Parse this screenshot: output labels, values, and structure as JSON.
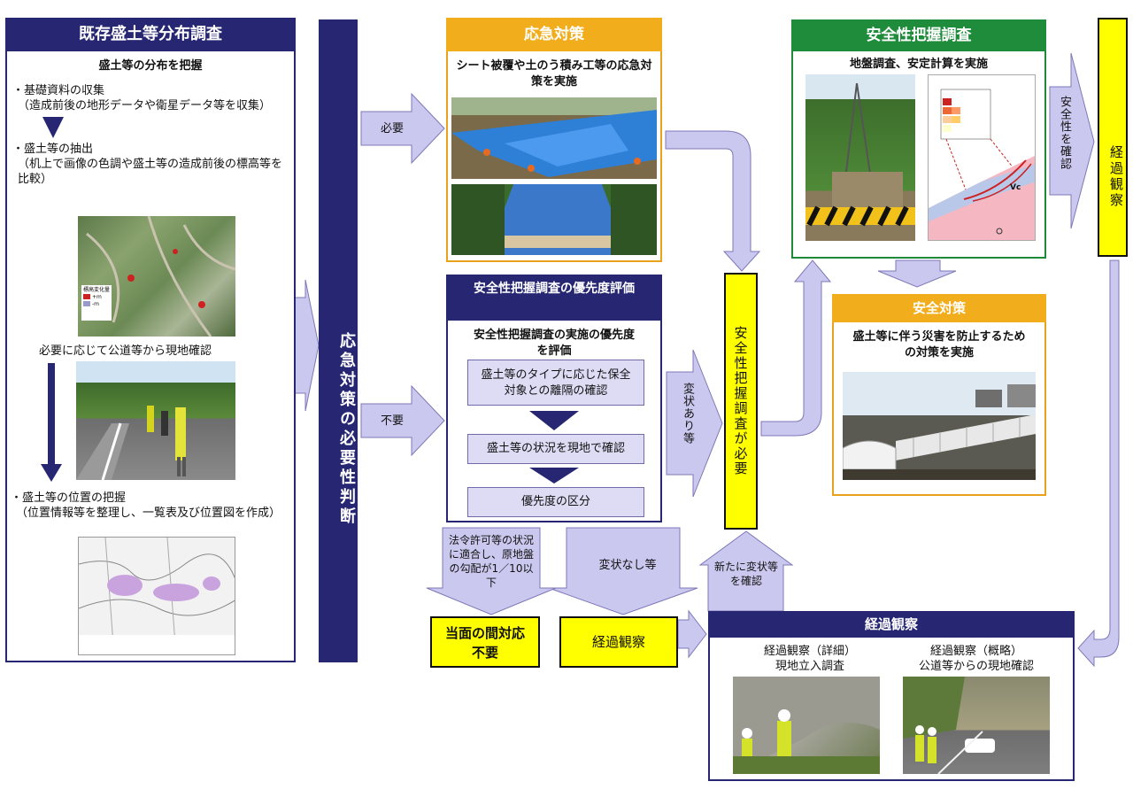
{
  "left": {
    "header": "既存盛土等分布調査",
    "subtitle": "盛土等の分布を把握",
    "item1_title": "・基礎資料の収集",
    "item1_body": "（造成前後の地形データや衛星データ等を収集）",
    "item2_title": "・盛土等の抽出",
    "item2_body": "（机上で画像の色調や盛土等の造成前後の標高等を比較）",
    "map_legend": [
      "標高変化量",
      "+m",
      "-m"
    ],
    "field_check": "必要に応じて公道等から現地確認",
    "item3_title": "・盛土等の位置の把握",
    "item3_body": "（位置情報等を整理し、一覧表及び位置図を作成）"
  },
  "judge": {
    "label": "応急対策の必要性判断"
  },
  "branch": {
    "needed": "必要",
    "not_needed": "不要"
  },
  "emergency": {
    "header": "応急対策",
    "body": "シート被覆や土のう積み工等の応急対策を実施"
  },
  "priority": {
    "header": "安全性把握調査の優先度評価",
    "subtitle": "安全性把握調査の実施の優先度を評価",
    "steps": [
      "盛土等のタイプに応じた保全対象との離隔の確認",
      "盛土等の状況を現地で確認",
      "優先度の区分"
    ]
  },
  "changed": "変状あり等",
  "unchanged": "変状なし等",
  "condition": "法令許可等の状況に適合し、原地盤の勾配が1／10以下",
  "no_action": "当面の間対応不要",
  "observe_small": "経過観察",
  "new_change": "新たに変状等を確認",
  "survey_needed": "安全性把握調査が必要",
  "safety_survey": {
    "header": "安全性把握調査",
    "body": "地盤調査、安定計算を実施",
    "fig_label": "Vc"
  },
  "confirm_safety": "安全性を確認",
  "safety_measures": {
    "header": "安全対策",
    "body": "盛土等に伴う災害を防止するための対策を実施"
  },
  "far_right": "経過観察",
  "observation": {
    "header": "経過観察",
    "detail": "経過観察（詳細）",
    "detail_sub": "現地立入調査",
    "rough": "経過観察（概略）",
    "rough_sub": "公道等からの現地確認"
  },
  "colors": {
    "navy": "#262673",
    "orange": "#f2ad1d",
    "green": "#1f8c3b",
    "yellow": "#ffff00",
    "arrow": "#c9c6ee"
  }
}
